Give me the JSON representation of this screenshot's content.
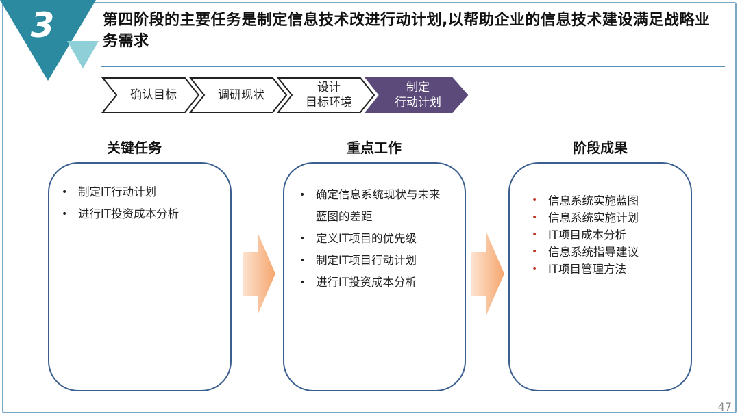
{
  "slide": {
    "number": "3",
    "title": "第四阶段的主要任务是制定信息技术改进行动计划,以帮助企业的信息技术建设满足战略业务需求",
    "page_number": "47",
    "colors": {
      "badge_dark": "#2b8aa0",
      "badge_light": "#8fcfd8",
      "chevron_active": "#5b4a7a",
      "card_border": "#3a5f8e",
      "flow_arrow": "#f7b98a",
      "result_bullet": "#c0392b"
    }
  },
  "process_steps": [
    {
      "line1": "确认目标",
      "line2": "",
      "active": false
    },
    {
      "line1": "调研现状",
      "line2": "",
      "active": false
    },
    {
      "line1": "设计",
      "line2": "目标环境",
      "active": false
    },
    {
      "line1": "制定",
      "line2": "行动计划",
      "active": true
    }
  ],
  "columns": {
    "key_tasks": {
      "title": "关键任务",
      "items": [
        "制定IT行动计划",
        "进行IT投资成本分析"
      ]
    },
    "key_work": {
      "title": "重点工作",
      "items": [
        "确定信息系统现状与未来",
        "蓝图的差距",
        "定义IT项目的优先级",
        "制定IT项目行动计划",
        "进行IT投资成本分析"
      ]
    },
    "results": {
      "title": "阶段成果",
      "items": [
        "信息系统实施蓝图",
        "信息系统实施计划",
        "IT项目成本分析",
        "信息系统指导建议",
        "IT项目管理方法"
      ]
    }
  }
}
